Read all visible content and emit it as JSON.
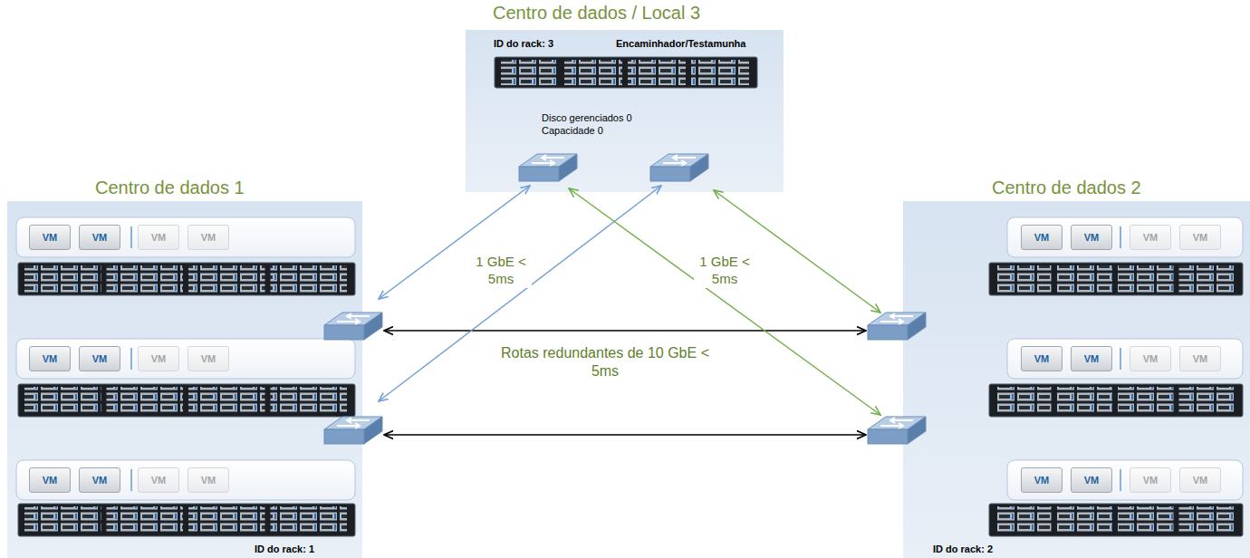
{
  "diagram": {
    "nodes": [
      {
        "text": [
          "Centro de dados / Local 3",
          "ID do rack: 3",
          "Encaminhador/Testamunha",
          "Disco gerenciados 0 Capacidade 0"
        ]
      },
      {
        "text": [
          "Centro de dados 1",
          "ID do rack: 1"
        ]
      },
      {
        "text": [
          "VM"
        ],
        "in": 1
      },
      {
        "text": [
          "VM"
        ],
        "in": 1
      },
      {
        "text": [
          "VM"
        ],
        "in": 1
      },
      {
        "text": [
          "VM"
        ],
        "in": 1
      },
      {
        "text": [
          "VM"
        ],
        "in": 1
      },
      {
        "text": [
          "VM"
        ],
        "in": 1
      },
      {
        "text": [
          "VM"
        ],
        "in": 1
      },
      {
        "text": [
          "VM"
        ],
        "in": 1
      },
      {
        "text": [
          "VM"
        ],
        "in": 1
      },
      {
        "text": [
          "VM"
        ],
        "in": 1
      },
      {
        "text": [
          "VM"
        ],
        "in": 1
      },
      {
        "text": [
          "VM"
        ],
        "in": 1
      },
      {
        "text": [
          "Centro de dados 2",
          "ID do rack: 2"
        ]
      },
      {
        "text": [
          "VM"
        ],
        "in": 14
      },
      {
        "text": [
          "VM"
        ],
        "in": 14
      },
      {
        "text": [
          "VM"
        ],
        "in": 14
      },
      {
        "text": [
          "VM"
        ],
        "in": 14
      },
      {
        "text": [
          "VM"
        ],
        "in": 14
      },
      {
        "text": [
          "VM"
        ],
        "in": 14
      },
      {
        "text": [
          "VM"
        ],
        "in": 14
      },
      {
        "text": [
          "VM"
        ],
        "in": 14
      },
      {
        "text": [
          "VM"
        ],
        "in": 14
      },
      {
        "text": [
          "VM"
        ],
        "in": 14
      },
      {
        "text": [
          "VM"
        ],
        "in": 14
      },
      {
        "text": [
          "VM"
        ],
        "in": 14
      }
    ],
    "labels": [
      "1 GbE < 5ms",
      "1 GbE < 5ms",
      "Rotas redundantes de 10 GbE < 5ms"
    ]
  }
}
